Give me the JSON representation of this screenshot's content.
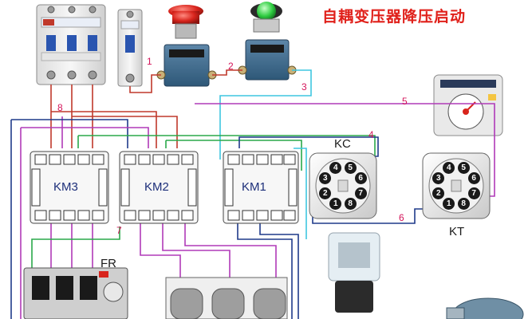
{
  "title": "自耦变压器降压启动",
  "components": {
    "contactors": [
      "KM3",
      "KM2",
      "KM1"
    ],
    "relay_kc": "KC",
    "relay_kt": "KT",
    "overload": "FR"
  },
  "wire_numbers": {
    "n1": "1",
    "n2": "2",
    "n3": "3",
    "n4": "4",
    "n5": "5",
    "n6": "6",
    "n7": "7",
    "n8": "8"
  },
  "socket_pins_kc": [
    "1",
    "2",
    "3",
    "4",
    "5",
    "6",
    "7",
    "8"
  ],
  "socket_pins_kt": [
    "1",
    "2",
    "3",
    "4",
    "5",
    "6",
    "7",
    "8"
  ],
  "colors": {
    "title": "#e0201a",
    "wire_red": "#c0392b",
    "wire_purple": "#b03ab8",
    "wire_green": "#2aa84a",
    "wire_blue": "#1f3a8a",
    "wire_cyan": "#3fc6e0",
    "pushbutton_stop": "#d8241c",
    "pushbutton_start": "#2ecc40"
  }
}
